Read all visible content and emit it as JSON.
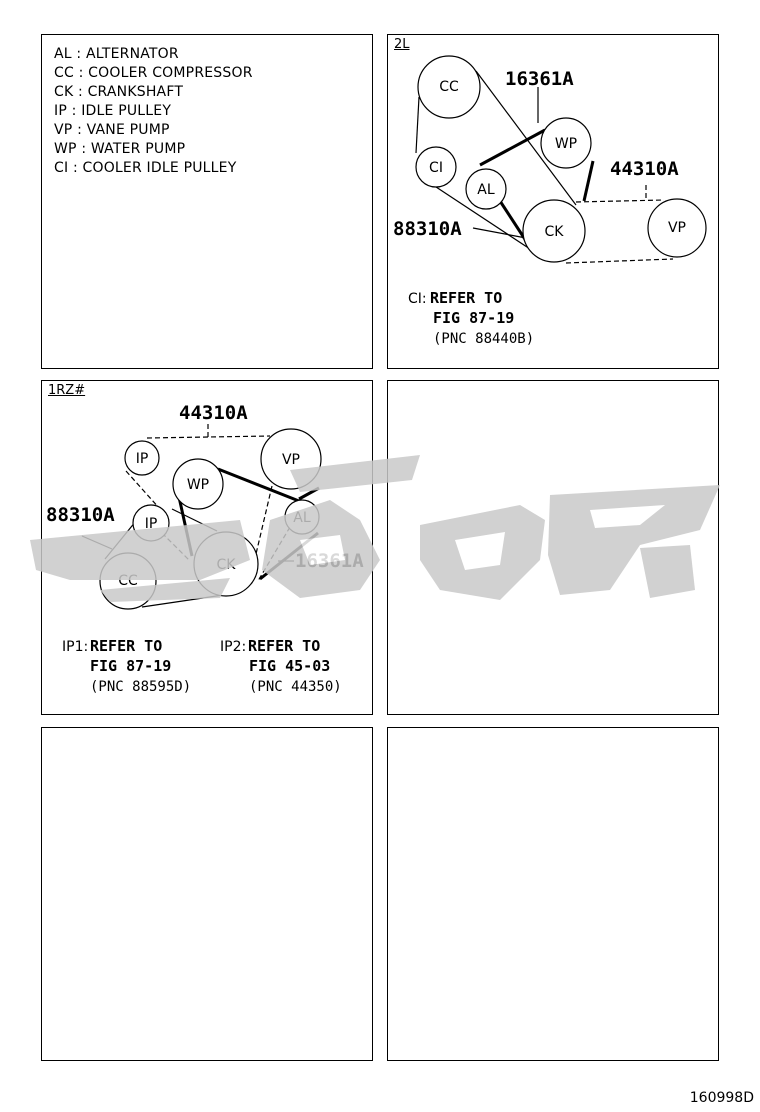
{
  "legend": [
    "AL : ALTERNATOR",
    "CC : COOLER COMPRESSOR",
    "CK : CRANKSHAFT",
    "IP : IDLE PULLEY",
    "VP : VANE PUMP",
    "WP : WATER PUMP",
    "CI : COOLER IDLE PULLEY"
  ],
  "panel_2l": {
    "tag": "2L",
    "pulleys": {
      "cc": "CC",
      "ci": "CI",
      "wp": "WP",
      "al": "AL",
      "ck": "CK",
      "vp": "VP"
    },
    "parts": {
      "p16361a": "16361A",
      "p44310a": "44310A",
      "p88310a": "88310A"
    },
    "ref_prefix": "CI:",
    "ref_line1": "REFER TO",
    "ref_line2": "FIG 87-19",
    "ref_line3": "(PNC 88440B)"
  },
  "panel_1rz": {
    "tag": "1RZ#",
    "pulleys": {
      "ip1": "IP",
      "vp": "VP",
      "wp": "WP",
      "ip2": "IP",
      "al": "AL",
      "ck": "CK",
      "cc": "CC"
    },
    "parts": {
      "p44310a": "44310A",
      "p88310a": "88310A",
      "p16361a": "16361A"
    },
    "ref1_prefix": "IP1:",
    "ref1_line1": "REFER TO",
    "ref1_line2": "FIG 87-19",
    "ref1_line3": "(PNC 88595D)",
    "ref2_prefix": "IP2:",
    "ref2_line1": "REFER TO",
    "ref2_line2": "FIG 45-03",
    "ref2_line3": "(PNC 44350)"
  },
  "image_code": "160998D",
  "colors": {
    "line": "#000000",
    "watermark": "#cfcfcf"
  }
}
